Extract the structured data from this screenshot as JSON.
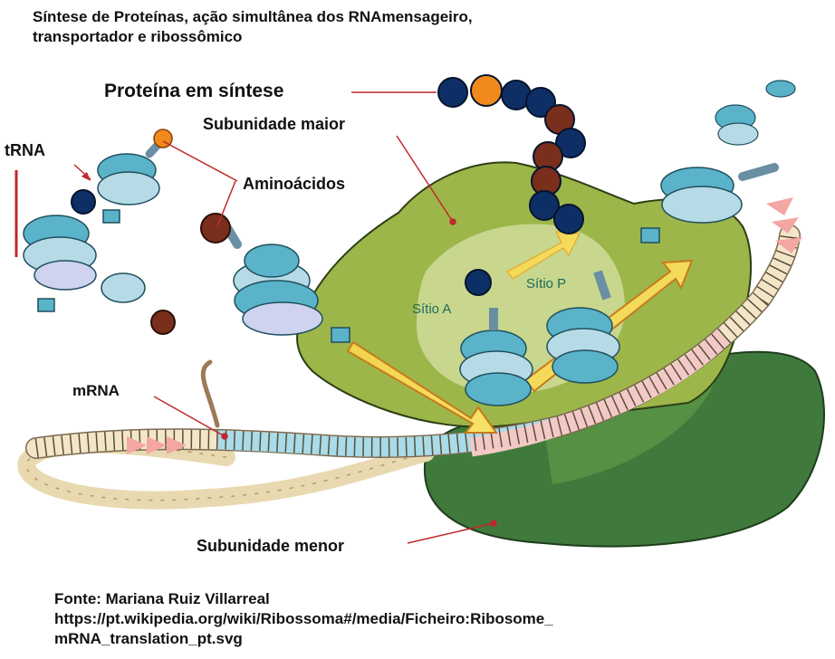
{
  "title": {
    "line1": "Síntese de Proteínas, ação simultânea dos RNAmensageiro,",
    "line2": "transportador e ribossômico"
  },
  "labels": {
    "protein": "Proteína em síntese",
    "large_subunit": "Subunidade maior",
    "trna": "tRNA",
    "amino_acids": "Aminoácidos",
    "site_a": "Sítio A",
    "site_p": "Sítio P",
    "mrna": "mRNA",
    "small_subunit": "Subunidade menor"
  },
  "source": {
    "line1": "Fonte: Mariana Ruiz Villarreal",
    "line2": "https://pt.wikipedia.org/wiki/Ribossoma#/media/Ficheiro:Ribosome_",
    "line3": "mRNA_translation_pt.svg"
  },
  "colors": {
    "large_subunit": "#9cb64a",
    "small_subunit": "#3f7a3c",
    "trna_main": "#5ab3c9",
    "trna_light": "#b7dbe6",
    "amino_dark_blue": "#0e2f66",
    "amino_brown": "#7a2e1c",
    "amino_orange": "#f08a1c",
    "leader_line": "#c0282c"
  }
}
